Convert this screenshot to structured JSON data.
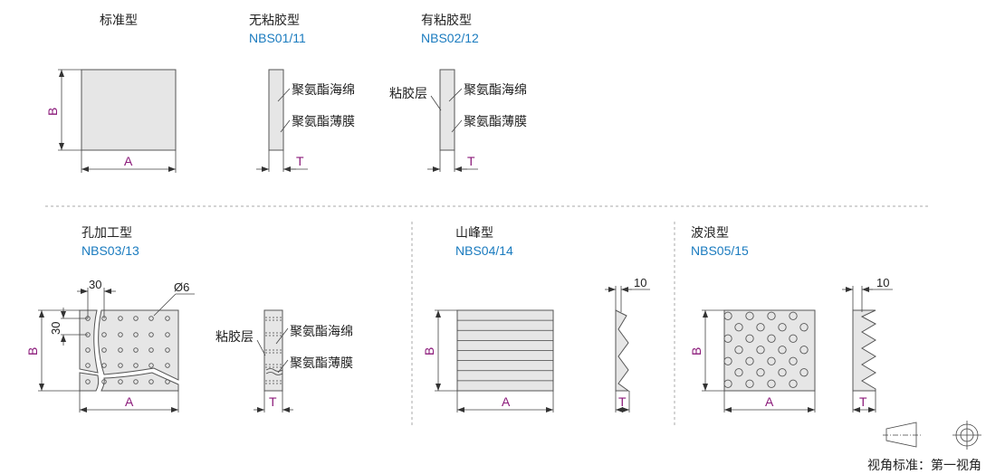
{
  "types": {
    "standard": {
      "title": "标准型"
    },
    "no_adhesive": {
      "title": "无粘胶型",
      "model": "NBS01/11"
    },
    "adhesive": {
      "title": "有粘胶型",
      "model": "NBS02/12"
    },
    "holed": {
      "title": "孔加工型",
      "model": "NBS03/13",
      "pitch_x": "30",
      "pitch_y": "30",
      "hole_dia": "Ø6"
    },
    "peak": {
      "title": "山峰型",
      "model": "NBS04/14",
      "depth": "10"
    },
    "wave": {
      "title": "波浪型",
      "model": "NBS05/15",
      "depth": "10"
    }
  },
  "labels": {
    "sponge": "聚氨酯海绵",
    "film": "聚氨酯薄膜",
    "adhesive_layer": "粘胶层"
  },
  "dims": {
    "a": "A",
    "b": "B",
    "t": "T"
  },
  "projection": {
    "text": "视角标准：第一视角"
  },
  "colors": {
    "model": "#1a7bbf",
    "dimension": "#8b1a7a",
    "plate": "#e6e6e6"
  }
}
